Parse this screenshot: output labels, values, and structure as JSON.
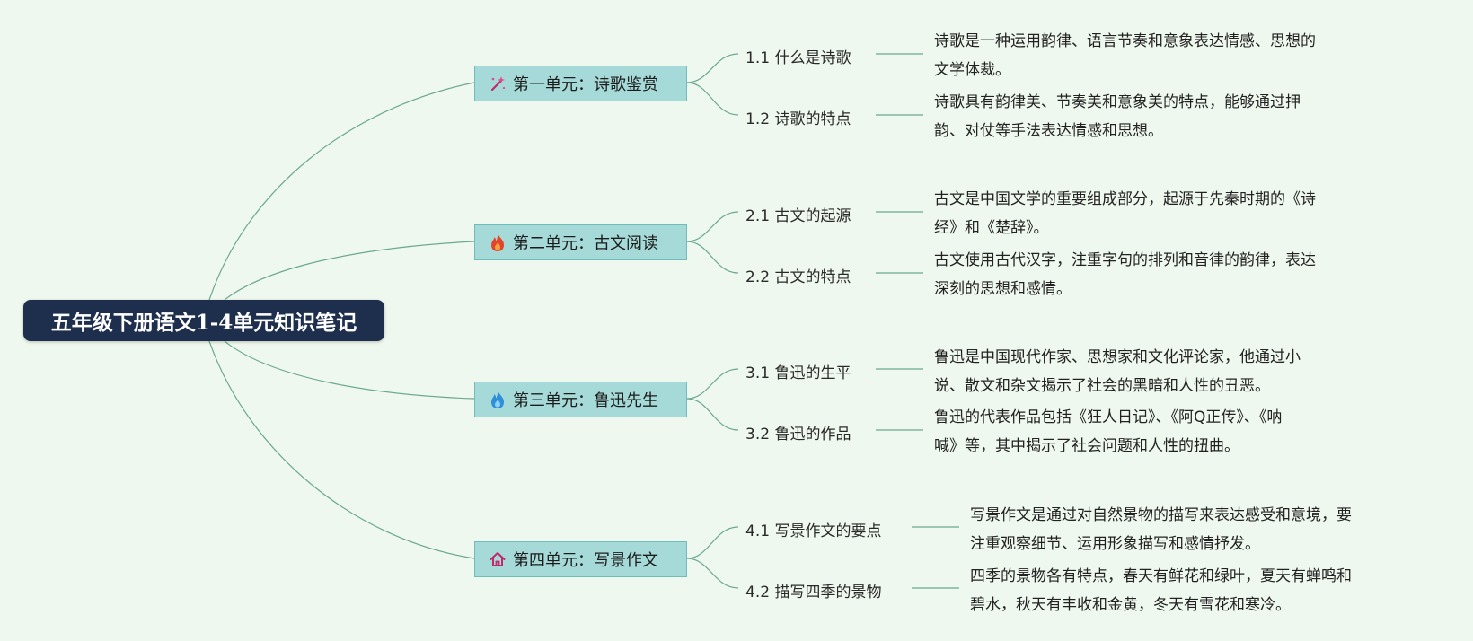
{
  "root": {
    "title": "五年级下册语文1-4单元知识笔记"
  },
  "units": [
    {
      "label": "第一单元：诗歌鉴赏",
      "icon": "magic-wand-icon",
      "topics": [
        {
          "label": "1.1 什么是诗歌",
          "desc": [
            "诗歌是一种运用韵律、语言节奏和意象表达情感、思想的",
            "文学体裁。"
          ]
        },
        {
          "label": "1.2 诗歌的特点",
          "desc": [
            "诗歌具有韵律美、节奏美和意象美的特点，能够通过押",
            "韵、对仗等手法表达情感和思想。"
          ]
        }
      ]
    },
    {
      "label": "第二单元：古文阅读",
      "icon": "fire-icon",
      "topics": [
        {
          "label": "2.1 古文的起源",
          "desc": [
            "古文是中国文学的重要组成部分，起源于先秦时期的《诗",
            "经》和《楚辞》。"
          ]
        },
        {
          "label": "2.2 古文的特点",
          "desc": [
            "古文使用古代汉字，注重字句的排列和音律的韵律，表达",
            "深刻的思想和感情。"
          ]
        }
      ]
    },
    {
      "label": "第三单元：鲁迅先生",
      "icon": "drop-flame-icon",
      "topics": [
        {
          "label": "3.1 鲁迅的生平",
          "desc": [
            "鲁迅是中国现代作家、思想家和文化评论家，他通过小",
            "说、散文和杂文揭示了社会的黑暗和人性的丑恶。"
          ]
        },
        {
          "label": "3.2 鲁迅的作品",
          "desc": [
            "鲁迅的代表作品包括《狂人日记》、《阿Q正传》、《呐",
            "喊》等，其中揭示了社会问题和人性的扭曲。"
          ]
        }
      ]
    },
    {
      "label": "第四单元：写景作文",
      "icon": "home-icon",
      "topics": [
        {
          "label": "4.1 写景作文的要点",
          "desc": [
            "写景作文是通过对自然景物的描写来表达感受和意境，要",
            "注重观察细节、运用形象描写和感情抒发。"
          ]
        },
        {
          "label": "4.2 描写四季的景物",
          "desc": [
            "四季的景物各有特点，春天有鲜花和绿叶，夏天有蝉鸣和",
            "碧水，秋天有丰收和金黄，冬天有雪花和寒冷。"
          ]
        }
      ]
    }
  ],
  "colors": {
    "background": "#eff8ee",
    "root_fill": "#1e2f4d",
    "unit_fill": "#a5dad8",
    "connector": "#6aa891"
  }
}
